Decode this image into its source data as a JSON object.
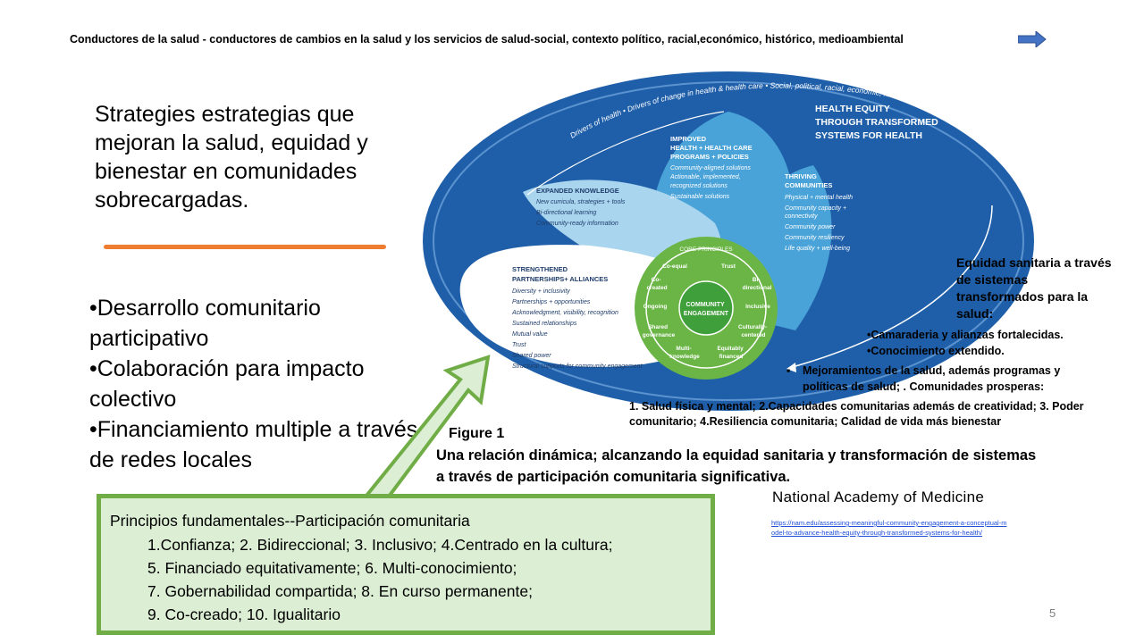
{
  "top_banner": "Conductores de la salud - conductores de cambios en la salud y los servicios de salud-social, contexto político, racial,económico, histórico, medioambiental",
  "strategies_text": "Strategies estrategias que mejoran la salud, equidad y bienestar en comunidades sobrecargadas.",
  "bullets": [
    "•Desarrollo comunitario participativo",
    "•Colaboración para impacto colectivo",
    "•Financiamiento multiple a través de redes locales"
  ],
  "diagram": {
    "arc_left": "Drivers of health",
    "arc_mid": "• Drivers of change in health & health care",
    "arc_right": "• Social, political, racial, economic, historical, and environmental context",
    "equity_title": [
      "HEALTH EQUITY",
      "THROUGH TRANSFORMED",
      "SYSTEMS FOR HEALTH"
    ],
    "improved": {
      "title": [
        "IMPROVED",
        "HEALTH + HEALTH CARE",
        "PROGRAMS + POLICIES"
      ],
      "items": [
        "Community-aligned solutions",
        "Actionable, implemented,",
        "recognized solutions",
        "Sustainable solutions"
      ]
    },
    "thriving": {
      "title": [
        "THRIVING",
        "COMMUNITIES"
      ],
      "items": [
        "Physical + mental health",
        "Community capacity +",
        "connectivity",
        "Community power",
        "Community resiliency",
        "Life quality + well-being"
      ]
    },
    "expanded": {
      "title": "EXPANDED KNOWLEDGE",
      "items": [
        "New curricula, strategies + tools",
        "Bi-directional learning",
        "Community-ready information"
      ]
    },
    "strengthened": {
      "title": [
        "STRENGTHENED",
        "PARTNERSHIPS+ ALLIANCES"
      ],
      "items": [
        "Diversity + inclusivity",
        "Partnerships + opportunities",
        "Acknowledgment, visibility, recognition",
        "Sustained relationships",
        "Mutual value",
        "Trust",
        "Shared power",
        "Structural supports for community engagement"
      ]
    },
    "core": {
      "title": "CORE PRINCIPLES",
      "center": [
        "COMMUNITY",
        "ENGAGEMENT"
      ],
      "principles": {
        "coequal": "Co-equal",
        "trust": "Trust",
        "cocreated": [
          "Co-",
          "created"
        ],
        "bidirectional": [
          "Bi-",
          "directional"
        ],
        "ongoing": "Ongoing",
        "inclusive": "Inclusive",
        "shared": [
          "Shared",
          "governance"
        ],
        "culturally": [
          "Culturally-",
          "centered"
        ],
        "multiknowledge": [
          "Multi-",
          "knowledge"
        ],
        "equitably": [
          "Equitably",
          "financed"
        ]
      }
    },
    "colors": {
      "outer_dark": "#1f5fa9",
      "outer_mid": "#2a6db8",
      "petal_blue": "#4aa3d8",
      "petal_light": "#a9d5ee",
      "inner_white": "#ffffff",
      "green_ring": "#6ab545",
      "green_core": "#3f9f3a"
    }
  },
  "right_notes": {
    "title": "Equidad sanitaria a través de sistemas transformados para la salud:",
    "items": [
      "•Camaraderia y alianzas fortalecidas.",
      "•Conocimiento extendido."
    ]
  },
  "improve_note": {
    "bullet": "▪",
    "text": "Mejoramientos de la salud, además programas y políticas de salud; . Comunidades prosperas:"
  },
  "outcomes_note": "1. Salud física y mental; 2.Capacidades comunitarias además de creatividad; 3. Poder comunitario; 4.Resiliencia comunitaria; Calidad de vida más bienestar",
  "figure_label": "Figure 1",
  "caption": "Una relación dinámica; alcanzando la equidad sanitaria y transformación de sistemas a través de  participación comunitaria significativa.",
  "nam_label": "National Academy of Medicine",
  "nam_link": "https://nam.edu/assessing-meaningful-community-engagement-a-conceptual-model-to-advance-health-equity-through-transformed-systems-for-health/",
  "principles_box": {
    "title": "Principios fundamentales--Participación comunitaria",
    "lines": [
      "1.Confianza; 2. Bidireccional; 3. Inclusivo; 4.Centrado en la cultura;",
      "5. Financiado equitativamente; 6. Multi-conocimiento;",
      "7. Gobernabilidad  compartida; 8. En curso permanente;",
      "9. Co-creado; 10. Igualitario"
    ]
  },
  "page_number": "5",
  "icons": {
    "banner_arrow": "arrow-right-icon",
    "pointer_arrow": "arrow-up-right-icon"
  }
}
